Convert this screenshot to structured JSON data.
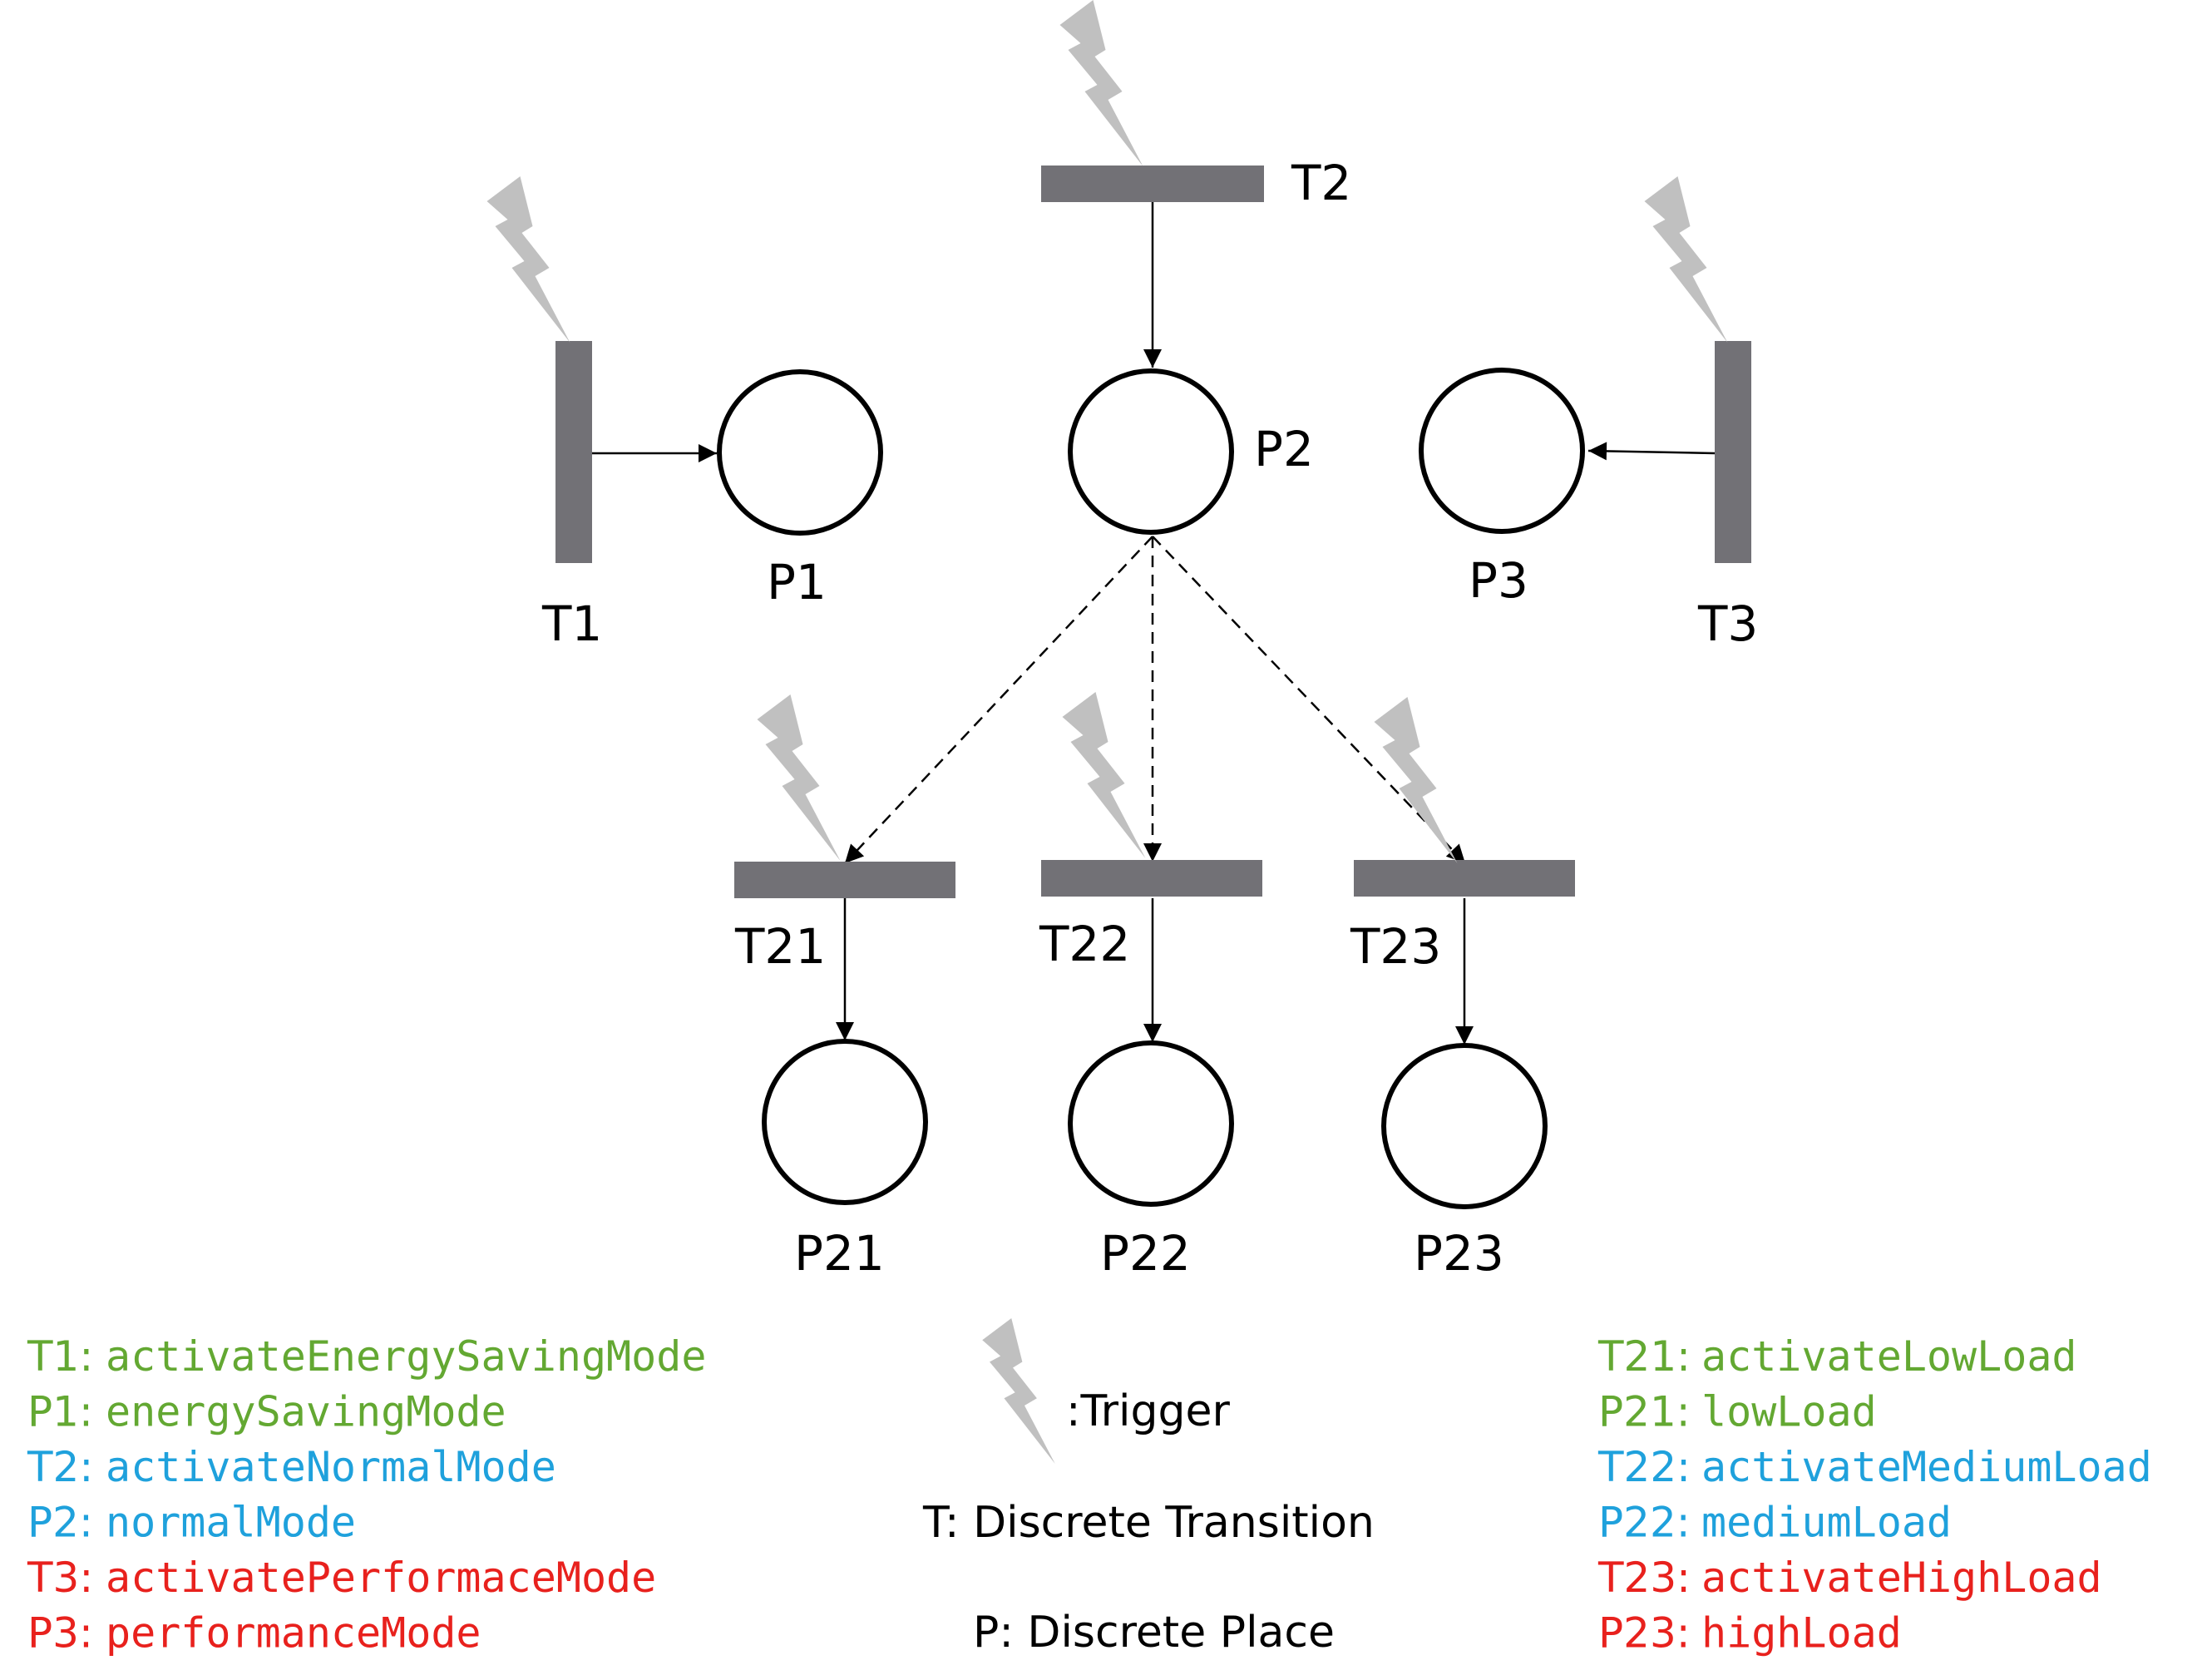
{
  "diagram": {
    "transitions": {
      "T1": "T1",
      "T2": "T2",
      "T3": "T3",
      "T21": "T21",
      "T22": "T22",
      "T23": "T23"
    },
    "places": {
      "P1": "P1",
      "P2": "P2",
      "P3": "P3",
      "P21": "P21",
      "P22": "P22",
      "P23": "P23"
    }
  },
  "legend": {
    "left": [
      {
        "key": "T1:",
        "value": "activateEnergySavingMode",
        "color": "#63a832"
      },
      {
        "key": "P1:",
        "value": "energySavingMode",
        "color": "#63a832"
      },
      {
        "key": "T2:",
        "value": "activateNormalMode",
        "color": "#1fa1dc"
      },
      {
        "key": "P2:",
        "value": "normalMode",
        "color": "#1fa1dc"
      },
      {
        "key": "T3:",
        "value": "activatePerformaceMode",
        "color": "#e8211d"
      },
      {
        "key": "P3:",
        "value": "performanceMode",
        "color": "#e8211d"
      }
    ],
    "center": {
      "trigger": ":Trigger",
      "transition": "T: Discrete Transition",
      "place": "P: Discrete Place"
    },
    "right": [
      {
        "key": "T21:",
        "value": "activateLowLoad",
        "color": "#63a832"
      },
      {
        "key": "P21:",
        "value": "lowLoad",
        "color": "#63a832"
      },
      {
        "key": "T22:",
        "value": "activateMediumLoad",
        "color": "#1fa1dc"
      },
      {
        "key": "P22:",
        "value": "mediumLoad",
        "color": "#1fa1dc"
      },
      {
        "key": "T23:",
        "value": "activateHighLoad",
        "color": "#e8211d"
      },
      {
        "key": "P23:",
        "value": "highLoad",
        "color": "#e8211d"
      }
    ]
  },
  "colors": {
    "transition": "#727176",
    "trigger": "#c0c0c0"
  }
}
